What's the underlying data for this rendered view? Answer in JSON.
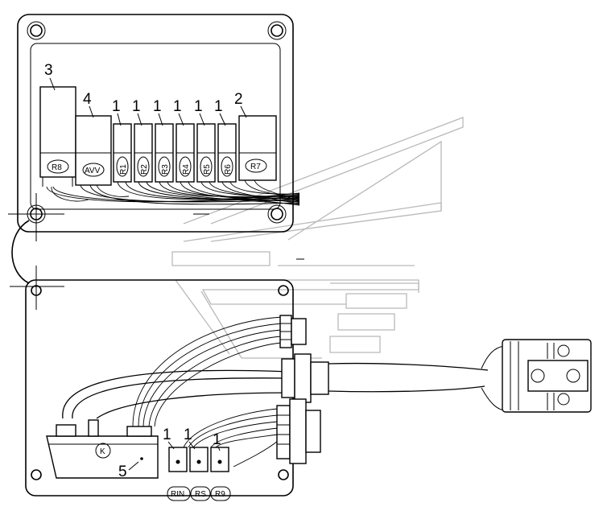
{
  "callouts": {
    "upper_1a": "1",
    "upper_1b": "1",
    "upper_1c": "1",
    "upper_1d": "1",
    "upper_1e": "1",
    "upper_2": "2",
    "upper_3": "3",
    "upper_4": "4",
    "lower_1a": "1",
    "lower_1b": "1",
    "lower_1c": "1",
    "lower_5": "5"
  },
  "upper_labels": {
    "r8": "R8",
    "avv": "AVV",
    "r1": "R1",
    "r2": "R2",
    "r3": "R3",
    "r4": "R4",
    "r5": "R5",
    "r6": "R6",
    "r7": "R7"
  },
  "lower_labels": {
    "k": "K",
    "rin": "RIN",
    "rs": "RS",
    "r9": "R9"
  }
}
